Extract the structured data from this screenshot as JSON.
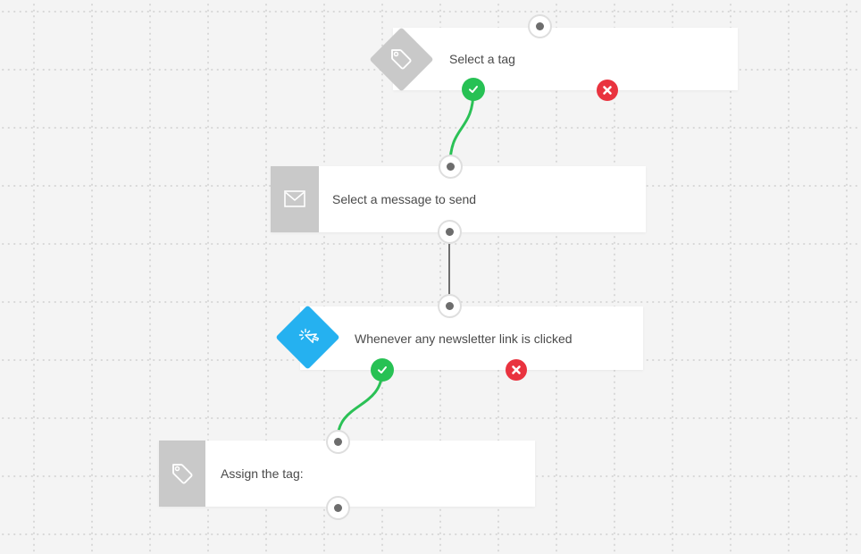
{
  "app": {
    "name": "Marketing automation workflow editor"
  },
  "colors": {
    "canvas_bg": "#f4f4f4",
    "grid_dot": "#d8d8d8",
    "card_bg": "#ffffff",
    "inactive_gray": "#c9c9c9",
    "condition_blue": "#25b1f0",
    "success_green": "#27c154",
    "error_red": "#e9333f",
    "connector_green": "#2bc156",
    "connector_gray": "#6f6f6f",
    "text": "#4a4a4a"
  },
  "nodes": [
    {
      "id": "select-tag",
      "type": "condition",
      "label": "Select a tag",
      "icon": "tag-icon",
      "icon_shape": "diamond",
      "icon_color": "#c9c9c9",
      "status_icons": [
        "success-check",
        "error-cross"
      ]
    },
    {
      "id": "select-message",
      "type": "action",
      "label": "Select a message to send",
      "icon": "envelope-icon",
      "icon_shape": "square",
      "icon_color": "#c9c9c9",
      "status_icons": []
    },
    {
      "id": "newsletter-link-clicked",
      "type": "condition",
      "label": "Whenever any newsletter link is clicked",
      "icon": "click-cursor-icon",
      "icon_shape": "diamond",
      "icon_color": "#25b1f0",
      "status_icons": [
        "success-check",
        "error-cross"
      ]
    },
    {
      "id": "assign-tag",
      "type": "action",
      "label": "Assign the tag:",
      "icon": "tag-icon",
      "icon_shape": "square",
      "icon_color": "#c9c9c9",
      "status_icons": []
    }
  ],
  "connectors": [
    {
      "from": "select-tag.success",
      "to": "select-message.top",
      "style": "green-curve",
      "color": "#2bc156"
    },
    {
      "from": "select-message.bottom",
      "to": "newsletter-link-clicked.top",
      "style": "gray-line",
      "color": "#6f6f6f"
    },
    {
      "from": "newsletter-link-clicked.success",
      "to": "assign-tag.top",
      "style": "green-curve",
      "color": "#2bc156"
    }
  ]
}
